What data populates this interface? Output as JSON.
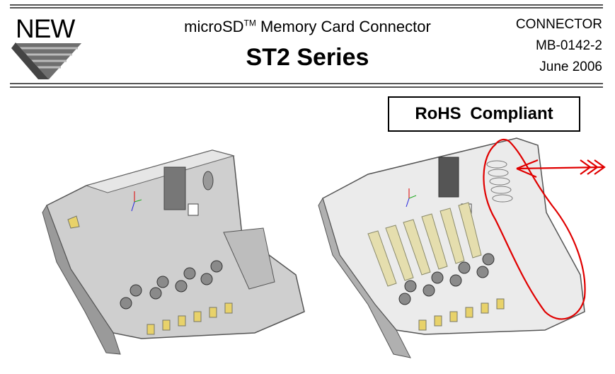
{
  "logo": {
    "text": "NEW"
  },
  "header": {
    "product_name": "microSD",
    "trademark": "TM",
    "product_rest": " Memory Card Connector",
    "series": "ST2 Series"
  },
  "meta": {
    "type": "CONNECTOR",
    "doc_number": "MB-0142-2",
    "date": "June 2006"
  },
  "badge": {
    "label": "RoHS  Compliant"
  },
  "colors": {
    "rule": "#555555",
    "metal": "#c9c9c9",
    "metal_dark": "#8f8f8f",
    "gold": "#e8d26a",
    "annotation": "#e00000"
  },
  "icons": [
    "triangle-logo-icon",
    "arrow-annotation-icon"
  ]
}
